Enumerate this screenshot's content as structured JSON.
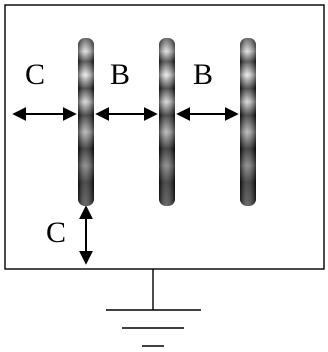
{
  "diagram": {
    "labels": {
      "left_side": "C",
      "gap_1": "B",
      "gap_2": "B",
      "bottom": "C"
    },
    "rod_count": 3,
    "colors": {
      "line": "#000000",
      "rod_dark": "#0a0a0a",
      "rod_light": "#d9d9d9",
      "background": "#ffffff"
    }
  }
}
